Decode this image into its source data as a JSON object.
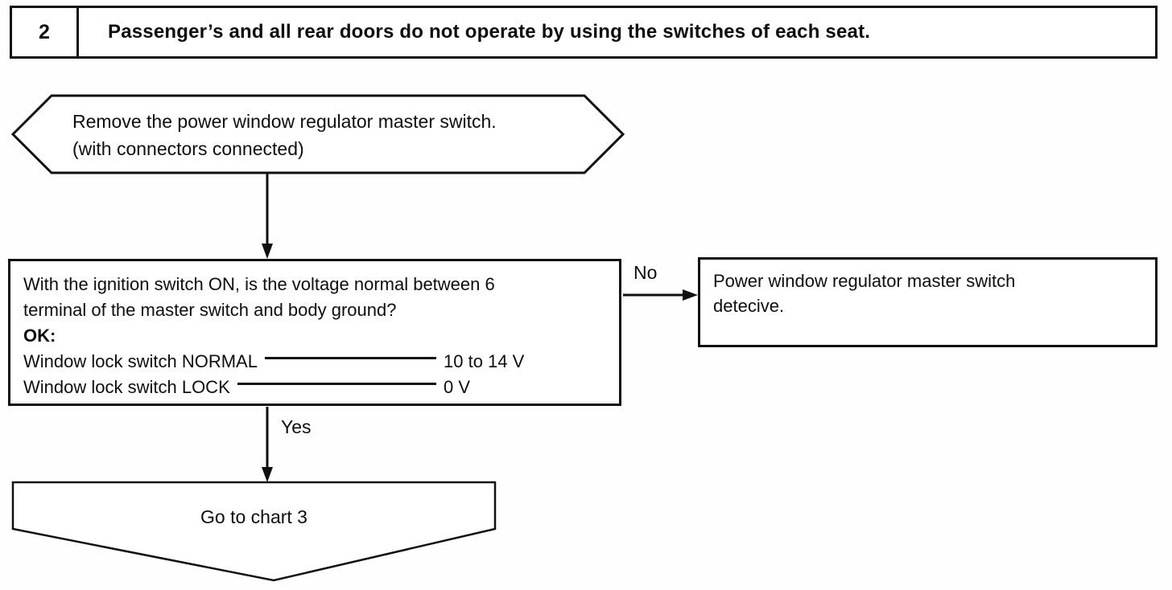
{
  "colors": {
    "line": "#101010",
    "background": "#fefefe",
    "box_fill": "#ffffff"
  },
  "header": {
    "step_number": "2",
    "title": "Passenger’s and all rear doors do not operate by using the switches of each seat."
  },
  "flowchart": {
    "start": {
      "shape": "hexagon-terminator",
      "text": "Remove the power window regulator master switch.\n(with connectors connected)"
    },
    "decision": {
      "shape": "rectangle",
      "question": "With the ignition switch ON, is the voltage normal between 6\nterminal of the master switch and body ground?",
      "ok_label": "OK:",
      "conditions": [
        {
          "label": "Window lock switch NORMAL",
          "value": "10 to 14 V"
        },
        {
          "label": "Window lock switch LOCK",
          "value": "0 V"
        }
      ]
    },
    "no_branch": {
      "label": "No",
      "result": "Power window regulator master switch\ndetecive."
    },
    "yes_branch": {
      "label": "Yes",
      "target": "Go to chart 3"
    }
  }
}
